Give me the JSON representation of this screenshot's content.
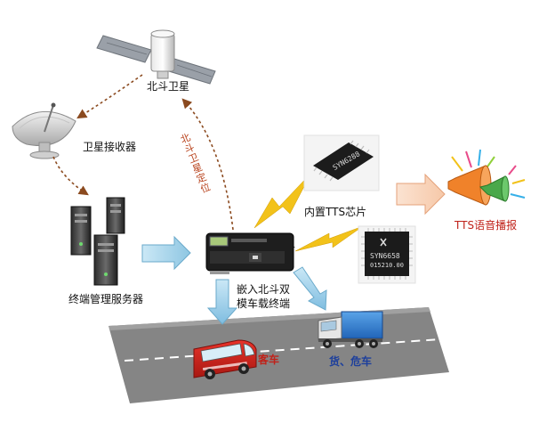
{
  "labels": {
    "satellite": "北斗卫星",
    "receiver": "卫星接收器",
    "server": "终端管理服务器",
    "positioning": "北斗卫星定位",
    "tts_chip": "内置TTS芯片",
    "tts_broadcast": "TTS语音播报",
    "terminal_line1": "嵌入北斗双",
    "terminal_line2": "模车载终端",
    "bus": "客车",
    "truck": "货、危车"
  },
  "chip1": {
    "text": "SYN6288"
  },
  "chip2": {
    "line1": "SYN6658",
    "line2": "015210.00"
  },
  "colors": {
    "dashed_arrow": "#8b4a1f",
    "block_arrow": "#9fd0e8",
    "lightning": "#f0c020",
    "bus_red": "#d0241c",
    "road": "#7a7a7a",
    "tts_label": "#c0221a"
  }
}
